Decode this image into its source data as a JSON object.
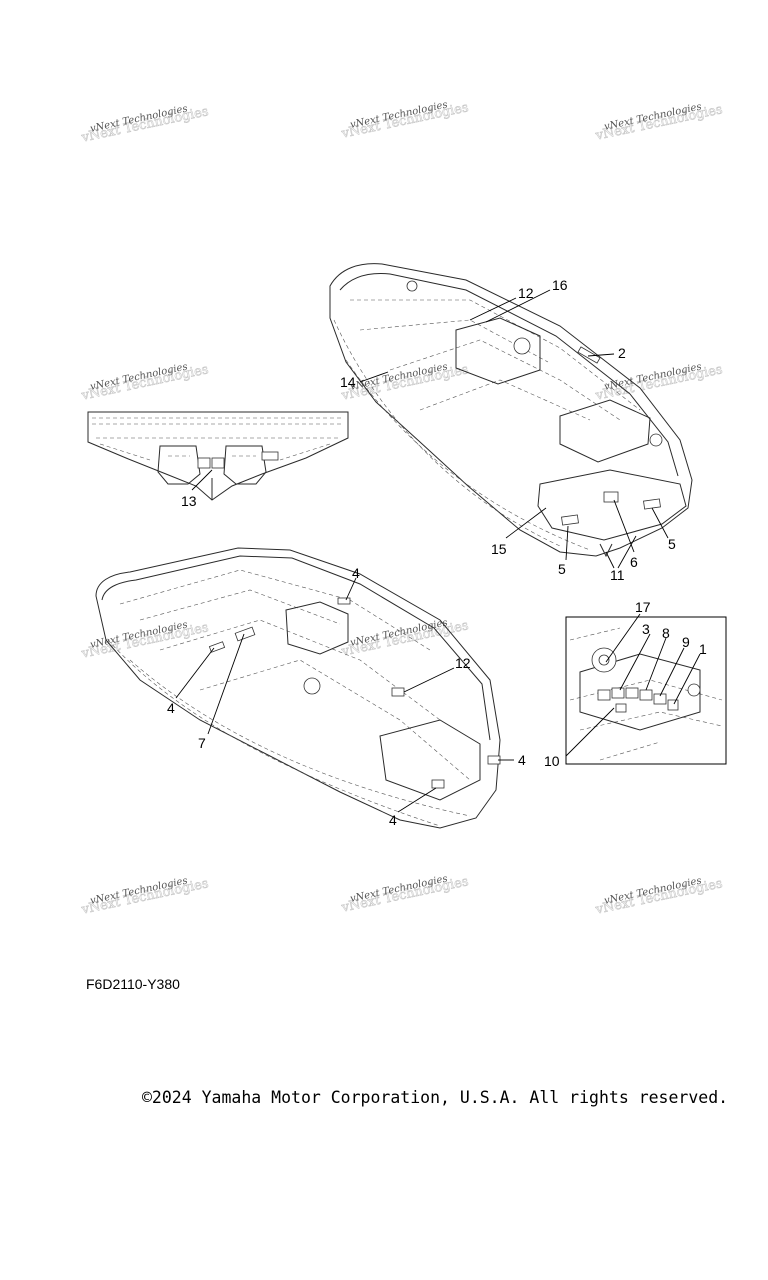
{
  "watermark_text": "vNext Technologies",
  "figure_code": "F6D2110-Y380",
  "copyright": "©2024 Yamaha Motor Corporation, U.S.A. All rights reserved.",
  "views": {
    "stern_detail": {
      "callouts": [
        "13"
      ]
    },
    "rear_view": {
      "callouts": [
        "14",
        "12",
        "16",
        "2",
        "15",
        "5",
        "6",
        "11",
        "5"
      ]
    },
    "front_view": {
      "callouts": [
        "4",
        "12",
        "4",
        "7",
        "4",
        "4"
      ]
    },
    "helm_inset": {
      "callouts": [
        "17",
        "3",
        "8",
        "9",
        "1",
        "10"
      ]
    }
  }
}
